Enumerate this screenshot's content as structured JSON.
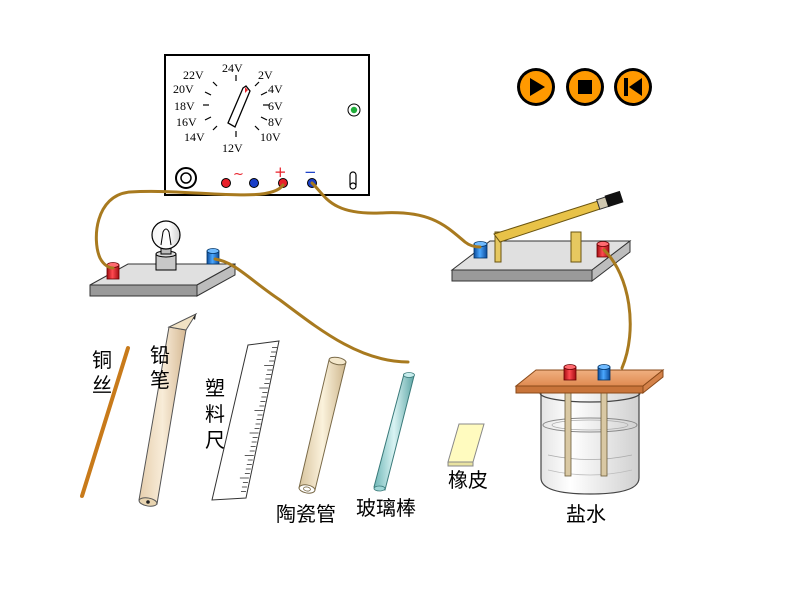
{
  "power_supply": {
    "voltage_labels": {
      "v24": "24V",
      "v22": "22V",
      "v2": "2V",
      "v20": "20V",
      "v4": "4V",
      "v18": "18V",
      "v6": "6V",
      "v16": "16V",
      "v8": "8V",
      "v14": "14V",
      "v10": "10V",
      "v12": "12V"
    },
    "ac_symbol": "~",
    "plus_symbol": "+",
    "minus_symbol": "−"
  },
  "controls": {
    "play": "play-icon",
    "stop": "stop-icon",
    "rewind": "skip-back-icon",
    "color": "#ff9900"
  },
  "materials": {
    "copper": "铜\n丝",
    "pencil": "铅\n笔",
    "ruler": "塑\n料\n尺",
    "porcelain": "陶瓷管",
    "glass": "玻璃棒",
    "eraser": "橡皮",
    "saltwater": "盐水"
  },
  "colors": {
    "wire": "#a87a1f",
    "terminal_red": "#e8202a",
    "terminal_blue": "#1a7de0",
    "board": "#c8c8c8",
    "copper": "#c87a1a"
  }
}
